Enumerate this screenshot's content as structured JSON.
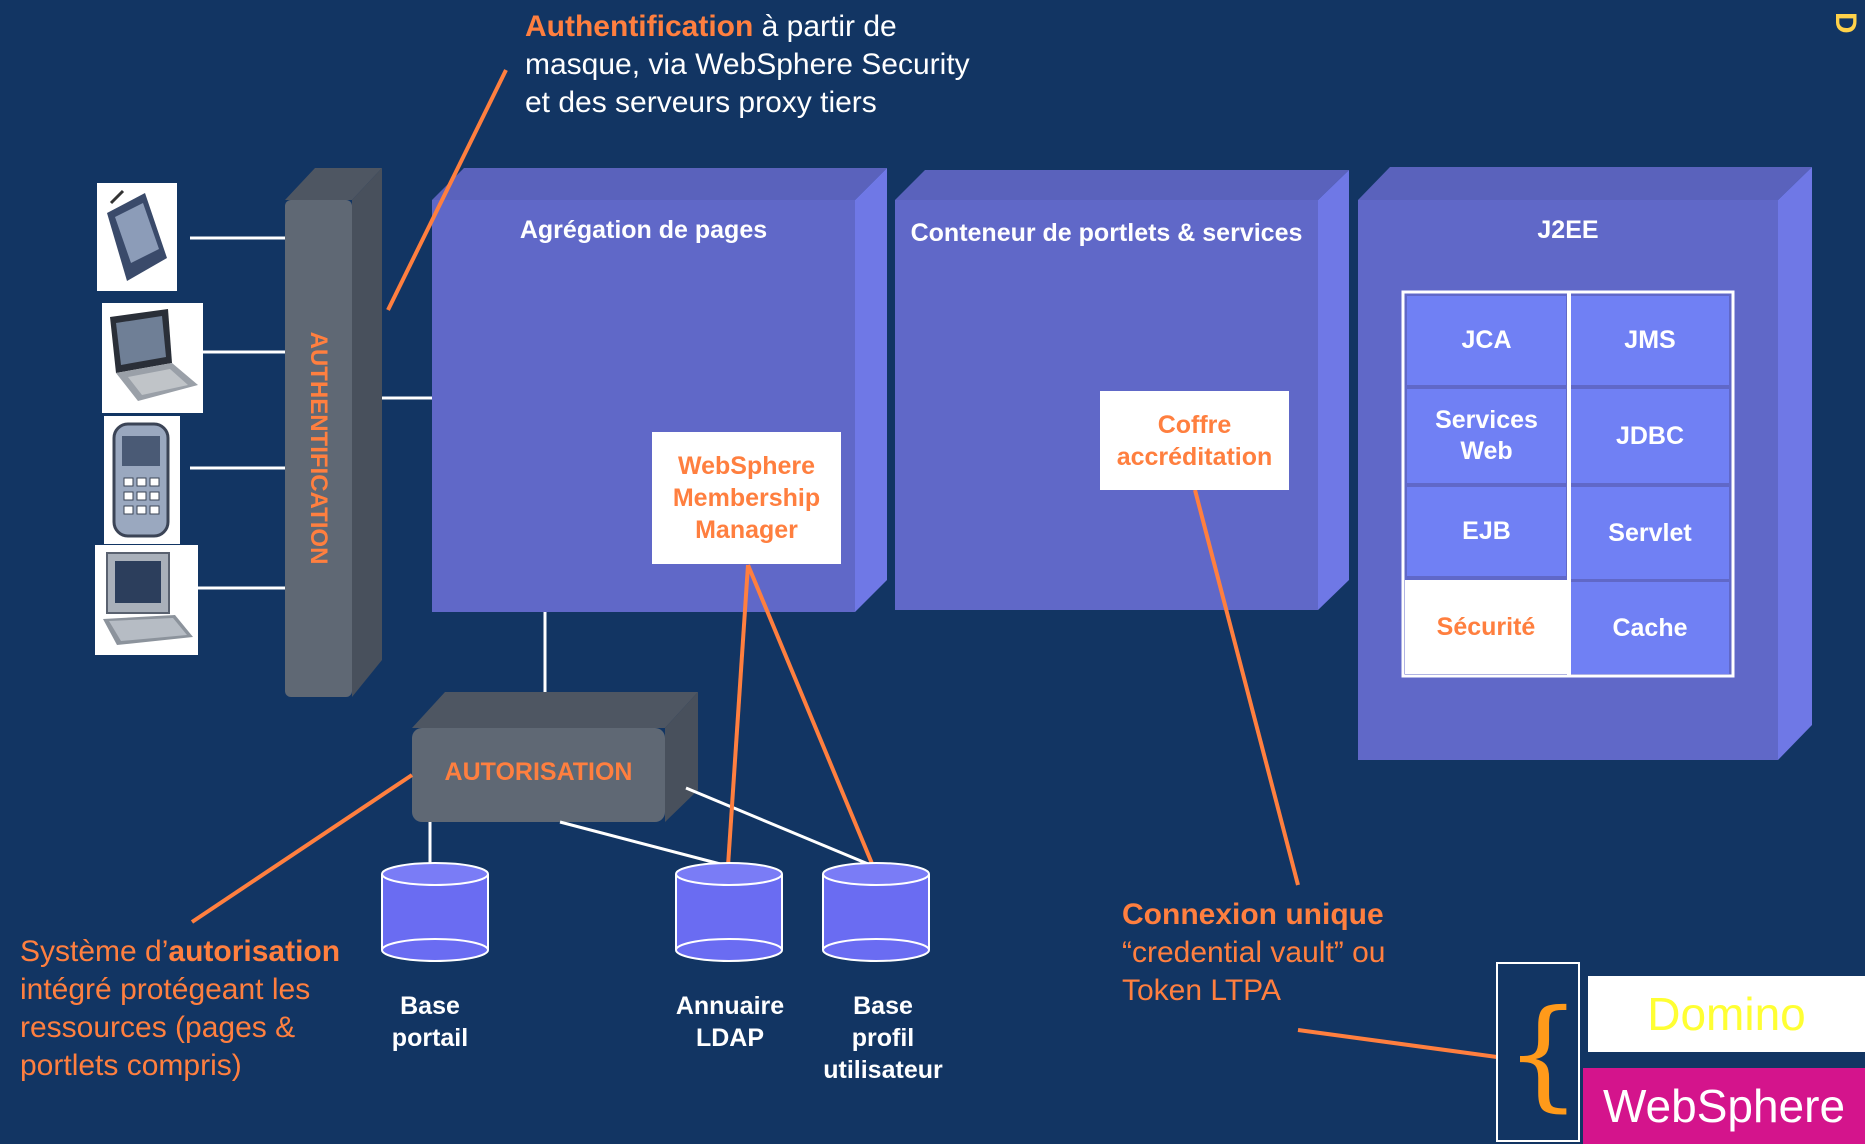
{
  "authentication_note": {
    "bold": "Authentification",
    "rest_line1": " à partir de",
    "line2": "masque, via WebSphere Security",
    "line3": "et des serveurs proxy tiers"
  },
  "auth_bar_label": "AUTHENTIFICATION",
  "boxes": {
    "aggregation": "Agrégation de pages",
    "container": "Conteneur de portlets & services",
    "j2ee": "J2EE"
  },
  "wmm": [
    "WebSphere",
    "Membership",
    "Manager"
  ],
  "vault": [
    "Coffre",
    "accréditation"
  ],
  "j2ee_cells": {
    "jca": "JCA",
    "jms": "JMS",
    "services_web": [
      "Services",
      "Web"
    ],
    "jdbc": "JDBC",
    "ejb": "EJB",
    "servlet": "Servlet",
    "securite": "Sécurité",
    "cache": "Cache"
  },
  "autorisation_label": "AUTORISATION",
  "databases": {
    "base_portail": [
      "Base",
      "portail"
    ],
    "annuaire_ldap": [
      "Annuaire",
      "LDAP"
    ],
    "base_profil": [
      "Base",
      "profil",
      "utilisateur"
    ]
  },
  "authorization_note": {
    "line1_plain": "Système d’",
    "line1_bold": "autorisation",
    "line2": "intégré protégeant les",
    "line3": "ressources (pages &",
    "line4": "portlets compris)"
  },
  "sso_note": {
    "title": "Connexion unique",
    "line2": "“credential vault”  ou",
    "line3": "Token LTPA"
  },
  "brace": "{",
  "products": {
    "domino": "Domino",
    "websphere": "WebSphere"
  },
  "corner_glyph": "D",
  "colors": {
    "background": "#123563",
    "accent_orange": "#ff7f3f",
    "box_front": "#6068c8",
    "box_top": "#5a62bc",
    "box_side": "#6f78e6",
    "cell_fill": "#7080f4",
    "grey_block": "#5f6874",
    "domino_text": "#ffff33",
    "websphere_fill": "#d4148c"
  }
}
